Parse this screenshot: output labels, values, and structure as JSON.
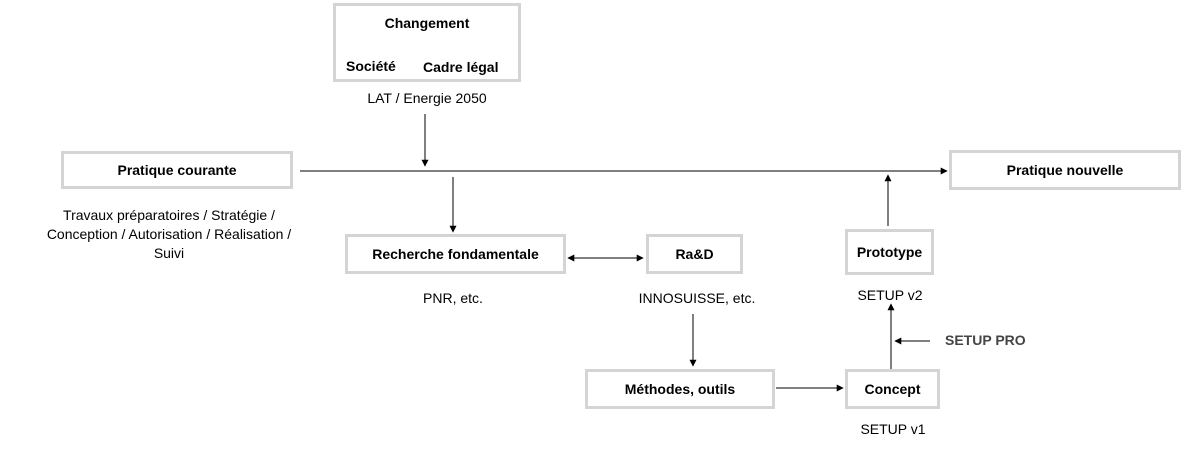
{
  "changement": {
    "title": "Changement",
    "societe": "Société",
    "cadre_legal": "Cadre légal",
    "caption": "LAT / Energie 2050"
  },
  "pratique_courante": {
    "label": "Pratique courante",
    "caption_lines": [
      "Travaux préparatoires / Stratégie /",
      "Conception / Autorisation / Réalisation /",
      "Suivi"
    ]
  },
  "pratique_nouvelle": {
    "label": "Pratique nouvelle"
  },
  "recherche": {
    "label": "Recherche fondamentale",
    "caption": "PNR, etc."
  },
  "rad": {
    "label": "Ra&D",
    "caption": "INNOSUISSE, etc."
  },
  "prototype": {
    "label": "Prototype",
    "caption": "SETUP v2"
  },
  "methodes": {
    "label": "Méthodes, outils"
  },
  "concept": {
    "label": "Concept",
    "caption": "SETUP v1"
  },
  "setup_pro": {
    "label": "SETUP PRO"
  },
  "colors": {
    "box_border": "#d4d4d4",
    "line": "#000000"
  }
}
